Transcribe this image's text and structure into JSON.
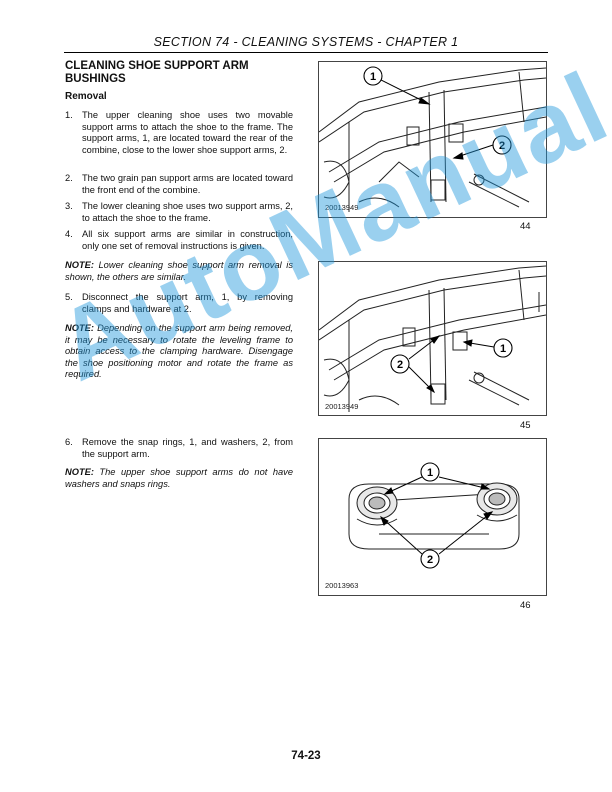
{
  "header": {
    "section": "SECTION 74 - CLEANING SYSTEMS - CHAPTER 1"
  },
  "title": "CLEANING SHOE SUPPORT ARM BUSHINGS",
  "subtitle": "Removal",
  "steps": [
    {
      "num": "1.",
      "text": "The upper cleaning shoe uses two movable support arms to attach the shoe to the frame. The support arms, 1, are located toward the rear of the combine, close to the lower shoe support arms, 2."
    },
    {
      "num": "2.",
      "text": "The two grain pan support arms are located toward the front end of the combine."
    },
    {
      "num": "3.",
      "text": "The lower cleaning shoe uses two support arms, 2, to attach the shoe to the frame."
    },
    {
      "num": "4.",
      "text": "All six support arms are similar in construction, only one set of removal instructions is given."
    },
    {
      "num": "5.",
      "text": "Disconnect the support arm, 1, by removing clamps and hardware at 2."
    },
    {
      "num": "6.",
      "text": "Remove the snap rings, 1, and washers, 2, from the support arm."
    }
  ],
  "notes": [
    {
      "label": "NOTE:",
      "text": " Lower cleaning shoe support arm removal is shown, the others are similar."
    },
    {
      "label": "NOTE:",
      "text": " Depending on the support arm being removed, it may be necessary to rotate the leveling frame to obtain access to the clamping hardware. Disengage the shoe positioning motor and rotate the frame as required."
    },
    {
      "label": "NOTE:",
      "text": " The upper shoe support arms do not have washers and snaps rings."
    }
  ],
  "figures": [
    {
      "code": "20013949",
      "number": "44",
      "callout_a": "1",
      "callout_b": "2"
    },
    {
      "code": "20013949",
      "number": "45",
      "callout_a": "1",
      "callout_b": "2"
    },
    {
      "code": "20013963",
      "number": "46",
      "callout_a": "1",
      "callout_b": "2"
    }
  ],
  "watermark": "AutoManual",
  "page_number": "74-23"
}
